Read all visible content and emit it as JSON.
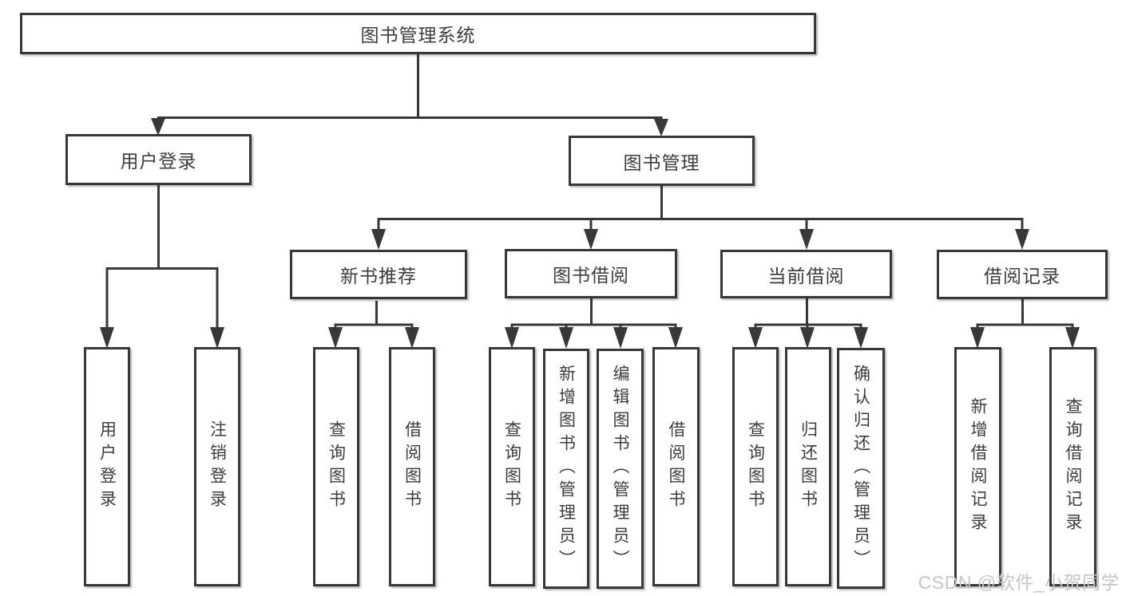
{
  "diagram": {
    "root": {
      "label": "图书管理系统"
    },
    "branches": [
      {
        "label": "用户登录",
        "children": [
          "用户登录",
          "注销登录"
        ]
      },
      {
        "label": "图书管理",
        "sections": [
          {
            "label": "新书推荐",
            "children": [
              "查询图书",
              "借阅图书"
            ]
          },
          {
            "label": "图书借阅",
            "children": [
              "查询图书",
              "新增图书（管理员）",
              "编辑图书（管理员）",
              "借阅图书"
            ]
          },
          {
            "label": "当前借阅",
            "children": [
              "查询图书",
              "归还图书",
              "确认归还（管理员）"
            ]
          },
          {
            "label": "借阅记录",
            "children": [
              "新增借阅记录",
              "查询借阅记录"
            ]
          }
        ]
      }
    ]
  },
  "watermark": "CSDN @软件_小贺同学",
  "colors": {
    "line": "#383838",
    "text": "#3d3d3d",
    "watermark": "#c6c6c6",
    "background": "#ffffff"
  }
}
